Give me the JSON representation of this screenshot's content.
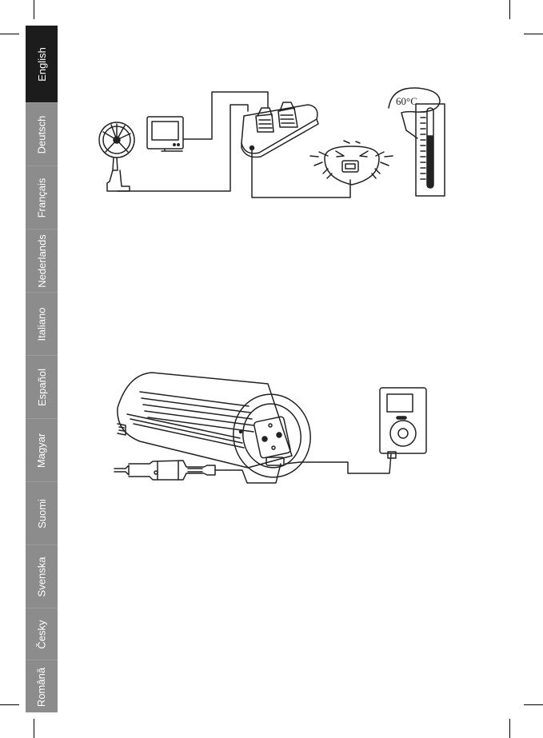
{
  "language_tabs": [
    {
      "label": "English",
      "active": true
    },
    {
      "label": "Deutsch",
      "active": false
    },
    {
      "label": "Français",
      "active": false
    },
    {
      "label": "Nederlands",
      "active": false
    },
    {
      "label": "Italiano",
      "active": false
    },
    {
      "label": "Español",
      "active": false
    },
    {
      "label": "Magyar",
      "active": false
    },
    {
      "label": "Suomi",
      "active": false
    },
    {
      "label": "Svenska",
      "active": false
    },
    {
      "label": "Česky",
      "active": false
    },
    {
      "label": "Română",
      "active": false
    }
  ],
  "figure1": {
    "temperature_label": "60°C",
    "icons": [
      "fan-icon",
      "television-icon",
      "power-strip-icon",
      "inverter-icon",
      "thermometer-icon"
    ]
  },
  "figure2": {
    "icons": [
      "power-inverter-icon",
      "car-plug-icon",
      "mp3-player-icon"
    ]
  },
  "colors": {
    "active_tab": "#1c1c1c",
    "sidebar": "#8c8c8c",
    "ink": "#222222"
  }
}
